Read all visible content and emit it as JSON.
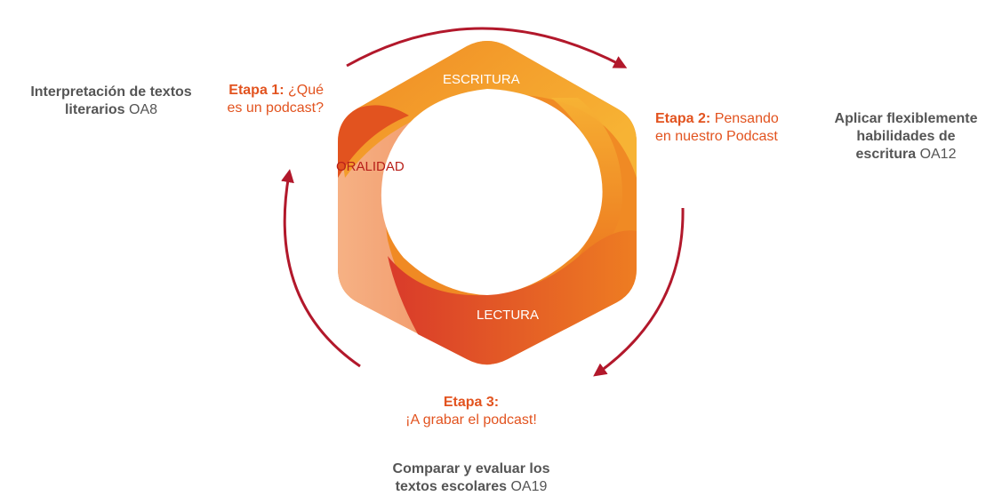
{
  "diagram": {
    "ring_labels": {
      "escritura": "ESCRITURA",
      "oralidad": "ORALIDAD",
      "lectura": "LECTURA"
    },
    "stages": {
      "etapa1": {
        "label": "Etapa 1:",
        "text_line1": "¿Qué",
        "text_line2": "es un podcast?"
      },
      "etapa2": {
        "label": "Etapa 2:",
        "text_line1": "Pensando",
        "text_line2": "en nuestro Podcast"
      },
      "etapa3": {
        "label": "Etapa 3:",
        "text_line2": "¡A grabar el podcast!"
      }
    },
    "objectives": {
      "left": {
        "line1": "Interpretación de textos",
        "line2_bold": "literarios",
        "code": "OA8"
      },
      "right": {
        "line1": "Aplicar flexiblemente",
        "line2": "habilidades de",
        "line3_bold": "escritura",
        "code": "OA12"
      },
      "bottom": {
        "line1": "Comparar y evaluar los",
        "line2_bold": "textos escolares",
        "code": "OA19"
      }
    },
    "colors": {
      "orange_light": "#f7b334",
      "orange": "#f08a24",
      "red_orange": "#e2531f",
      "red": "#d93a2a",
      "salmon": "#f4a173",
      "arrow": "#b2182b",
      "gray_text": "#555555"
    }
  }
}
